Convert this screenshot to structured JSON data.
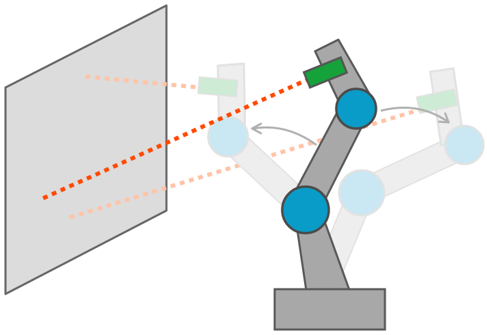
{
  "diagram": {
    "type": "robot-arm-camera-calibration",
    "labels": [],
    "colors": {
      "panel_fill": "#dcdcdc",
      "panel_stroke": "#666666",
      "arm_fill": "#a8a8a8",
      "arm_stroke": "#595959",
      "joint_fill": "#0a9cc8",
      "joint_stroke": "#4b4b4b",
      "camera_fill": "#16a23a",
      "camera_stroke": "#555555",
      "ray_active": "#ff4a00",
      "ray_ghost": "#ffc4a8",
      "ghost_link_fill": "#eeeeee",
      "ghost_link_stroke": "#e2e2e2",
      "ghost_joint_fill": "#c9e8f3",
      "ghost_camera_fill": "#cdebd5",
      "motion_arrow": "#b0b0b0",
      "base_fill": "#a8a8a8"
    },
    "poses": [
      {
        "name": "current",
        "state": "active"
      },
      {
        "name": "left",
        "state": "ghost"
      },
      {
        "name": "right",
        "state": "ghost"
      }
    ],
    "motion_arrows": [
      "to-left-pose",
      "to-right-pose"
    ]
  }
}
